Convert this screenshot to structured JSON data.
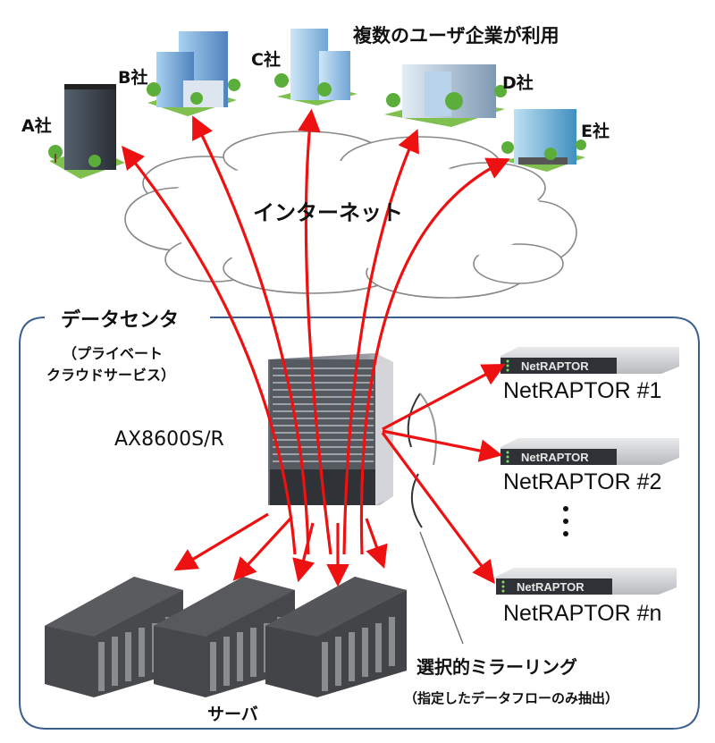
{
  "header": {
    "title": "複数のユーザ企業が利用"
  },
  "companies": [
    {
      "label": "A社",
      "color": "#3a3f48"
    },
    {
      "label": "B社",
      "color": "#6a9bd0"
    },
    {
      "label": "C社",
      "color": "#8ebde0"
    },
    {
      "label": "D社",
      "color": "#9fb8cf"
    },
    {
      "label": "E社",
      "color": "#5aa6cf"
    }
  ],
  "internet": {
    "label": "インターネット"
  },
  "datacenter": {
    "title": "データセンタ",
    "subtitle_line1": "（プライベート",
    "subtitle_line2": "クラウドサービス）",
    "frame_color": "#3b5f8f"
  },
  "switch": {
    "label": "AX8600S/R"
  },
  "netraptors": [
    {
      "label": "NetRAPTOR #1",
      "badge": "NetRAPTOR"
    },
    {
      "label": "NetRAPTOR #2",
      "badge": "NetRAPTOR"
    },
    {
      "label": "NetRAPTOR #n",
      "badge": "NetRAPTOR"
    }
  ],
  "ellipsis": "⋮",
  "mirroring": {
    "label": "選択的ミラーリング",
    "note": "（指定したデータフローのみ抽出）"
  },
  "servers": {
    "label": "サーバ"
  },
  "colors": {
    "flow_arrow": "#ee1111",
    "cloud_stroke": "#888888",
    "rack": "#3b3b3d"
  }
}
